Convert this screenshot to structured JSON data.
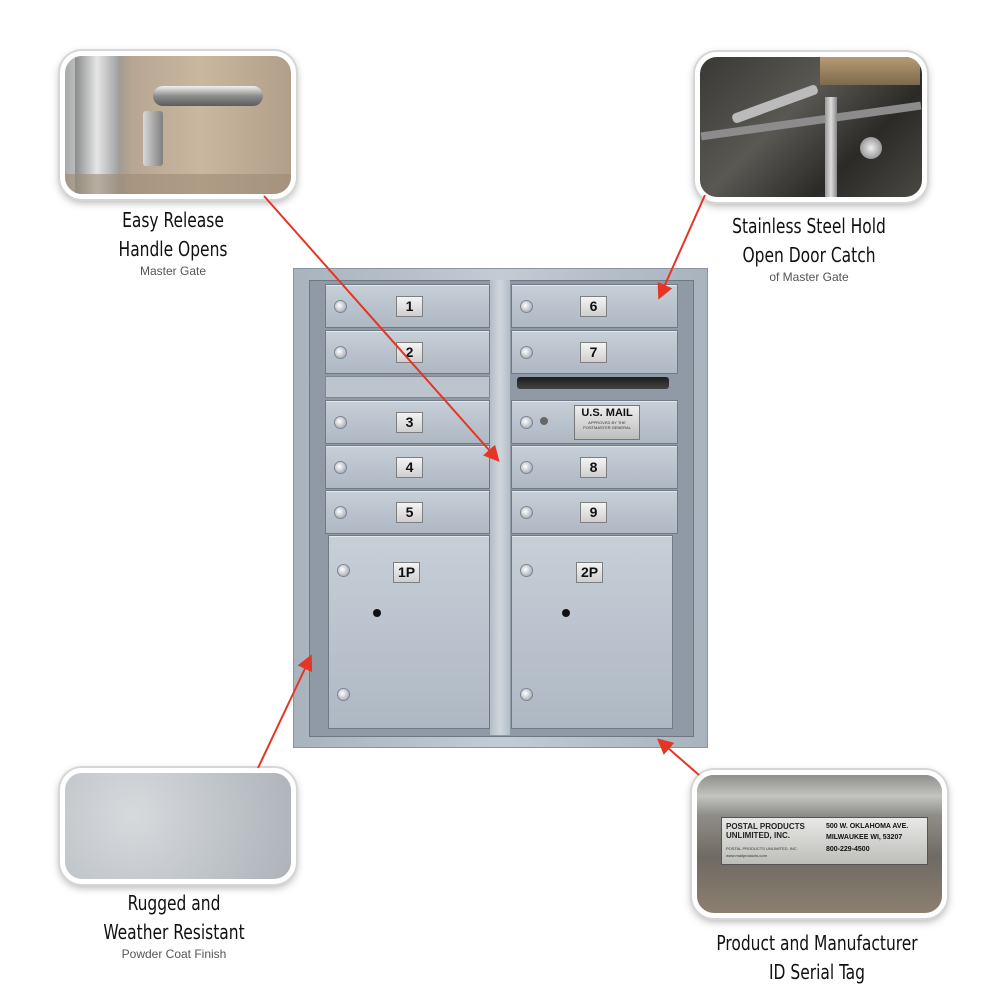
{
  "callouts": [
    {
      "id": "handle",
      "line1": "Easy Release",
      "line2": "Handle Opens",
      "sub": "Master Gate"
    },
    {
      "id": "catch",
      "line1": "Stainless Steel Hold",
      "line2": "Open Door Catch",
      "sub": "of Master Gate"
    },
    {
      "id": "finish",
      "line1": "Rugged and",
      "line2": "Weather Resistant",
      "sub": "Powder Coat Finish"
    },
    {
      "id": "tag",
      "line1": "Product and Manufacturer",
      "line2": "ID Serial Tag",
      "sub": ""
    }
  ],
  "mailbox": {
    "left_doors": [
      "1",
      "2",
      "3",
      "4",
      "5"
    ],
    "right_doors": [
      "6",
      "7",
      "8",
      "9"
    ],
    "parcel_doors": [
      "1P",
      "2P"
    ],
    "outgoing_label": "U.S. MAIL",
    "outgoing_sublabel": "APPROVED BY THE POSTMASTER GENERAL"
  },
  "serial_tag": {
    "company": "POSTAL PRODUCTS UNLIMITED, INC.",
    "address1": "500 W. OKLAHOMA AVE.",
    "address2": "MILWAUKEE WI, 53207",
    "phone": "800-229-4500",
    "fine1": "POSTAL PRODUCTS UNLIMITED, INC.",
    "fine2": "www.mailproducts.com"
  },
  "colors": {
    "arrow": "#e53524",
    "mailbox": "#b3bdc8"
  }
}
